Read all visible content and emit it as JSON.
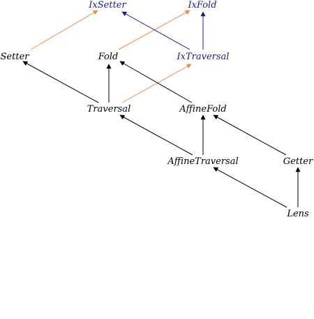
{
  "nodes": {
    "ixsetter": {
      "label": "IxSetter",
      "color": "#1a1a8c"
    },
    "ixfold": {
      "label": "IxFold",
      "color": "#1a1a8c"
    },
    "setter": {
      "label": "Setter",
      "color": "#000000"
    },
    "fold": {
      "label": "Fold",
      "color": "#000000"
    },
    "ixtraversal": {
      "label": "IxTraversal",
      "color": "#1a1a8c"
    },
    "traversal": {
      "label": "Traversal",
      "color": "#000000"
    },
    "affinefold": {
      "label": "AffineFold",
      "color": "#000000"
    },
    "affinetraversal": {
      "label": "AffineTraversal",
      "color": "#000000"
    },
    "getter": {
      "label": "Getter",
      "color": "#000000"
    },
    "lens": {
      "label": "Lens",
      "color": "#000000"
    }
  },
  "edges": [
    {
      "from": "setter",
      "to": "ixsetter",
      "color": "#f28c45"
    },
    {
      "from": "fold",
      "to": "ixfold",
      "color": "#f28c45"
    },
    {
      "from": "ixtraversal",
      "to": "ixsetter",
      "color": "#1a1a8c"
    },
    {
      "from": "ixtraversal",
      "to": "ixfold",
      "color": "#1a1a8c"
    },
    {
      "from": "traversal",
      "to": "ixtraversal",
      "color": "#f28c45"
    },
    {
      "from": "traversal",
      "to": "setter",
      "color": "#000000"
    },
    {
      "from": "traversal",
      "to": "fold",
      "color": "#000000"
    },
    {
      "from": "affinefold",
      "to": "fold",
      "color": "#000000"
    },
    {
      "from": "affinetraversal",
      "to": "traversal",
      "color": "#000000"
    },
    {
      "from": "affinetraversal",
      "to": "affinefold",
      "color": "#000000"
    },
    {
      "from": "getter",
      "to": "affinefold",
      "color": "#000000"
    },
    {
      "from": "lens",
      "to": "affinetraversal",
      "color": "#000000"
    },
    {
      "from": "lens",
      "to": "getter",
      "color": "#000000"
    }
  ]
}
